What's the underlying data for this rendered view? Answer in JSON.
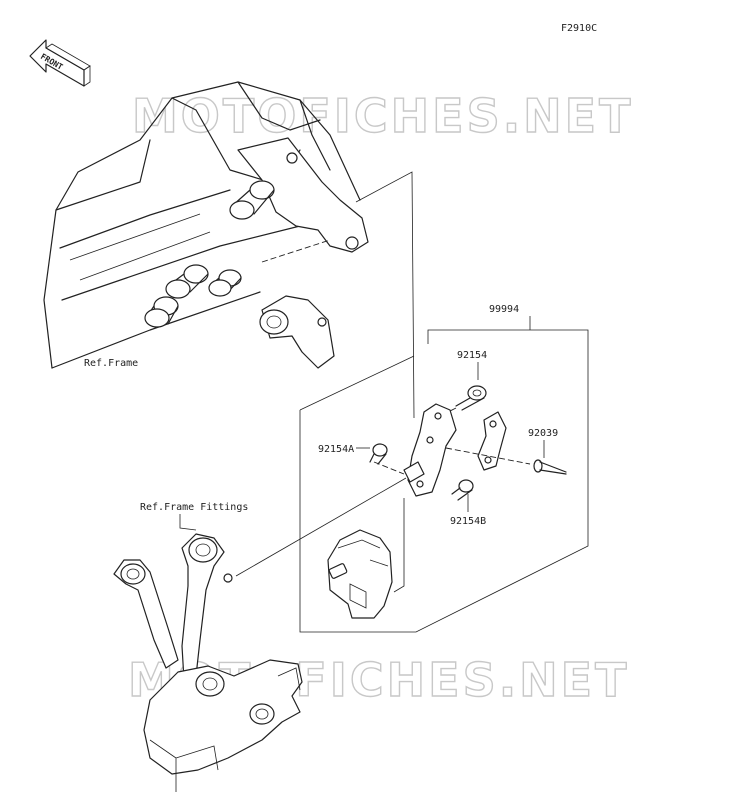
{
  "diagram": {
    "figure_code": "F2910C",
    "front_tag": "FRONT",
    "watermark": "MOTOFICHES.NET",
    "labels": {
      "ref_frame": "Ref.Frame",
      "ref_frame_fittings": "Ref.Frame Fittings",
      "kit": "99994",
      "bolt_a": "92154",
      "bolt_b": "92154A",
      "bolt_c": "92154B",
      "pin": "92039"
    }
  }
}
